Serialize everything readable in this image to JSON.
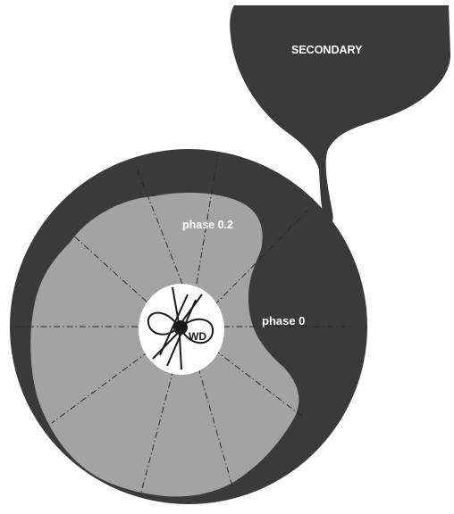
{
  "labels": {
    "secondary": "SECONDARY",
    "phase_02": "phase 0.2",
    "phase_0": "phase 0",
    "white_dwarf": "WD"
  },
  "colors": {
    "disk_dark": "#3a3a3a",
    "disk_light": "#a3a3a3",
    "center_white": "#ffffff",
    "outline": "#1a1a1a",
    "dash_line": "#2a2a2a"
  }
}
